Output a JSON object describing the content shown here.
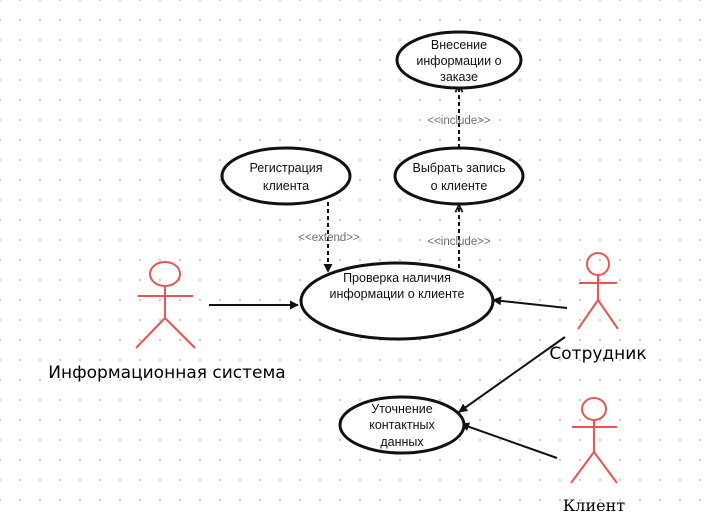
{
  "use_cases": {
    "check_info": [
      "Проверка наличия",
      "информации о клиенте"
    ],
    "registration": [
      "Регистрация",
      "клиента"
    ],
    "select_record": [
      "Выбрать запись",
      "о клиенте"
    ],
    "enter_order": [
      "Внесение",
      "информации о",
      "заказе"
    ],
    "clarify_contacts": [
      "Уточнение",
      "контактных",
      "данных"
    ]
  },
  "actors": {
    "info_system": "Информационная система",
    "employee": "Сотрудник",
    "client": "Клиент"
  },
  "stereotypes": {
    "extend": "<<extend>>",
    "include_select": "<<include>>",
    "include_order": "<<include>>"
  },
  "colors": {
    "actor_stroke": "#e25656",
    "line": "#111111",
    "stereotype_text": "#6e6e6e"
  }
}
